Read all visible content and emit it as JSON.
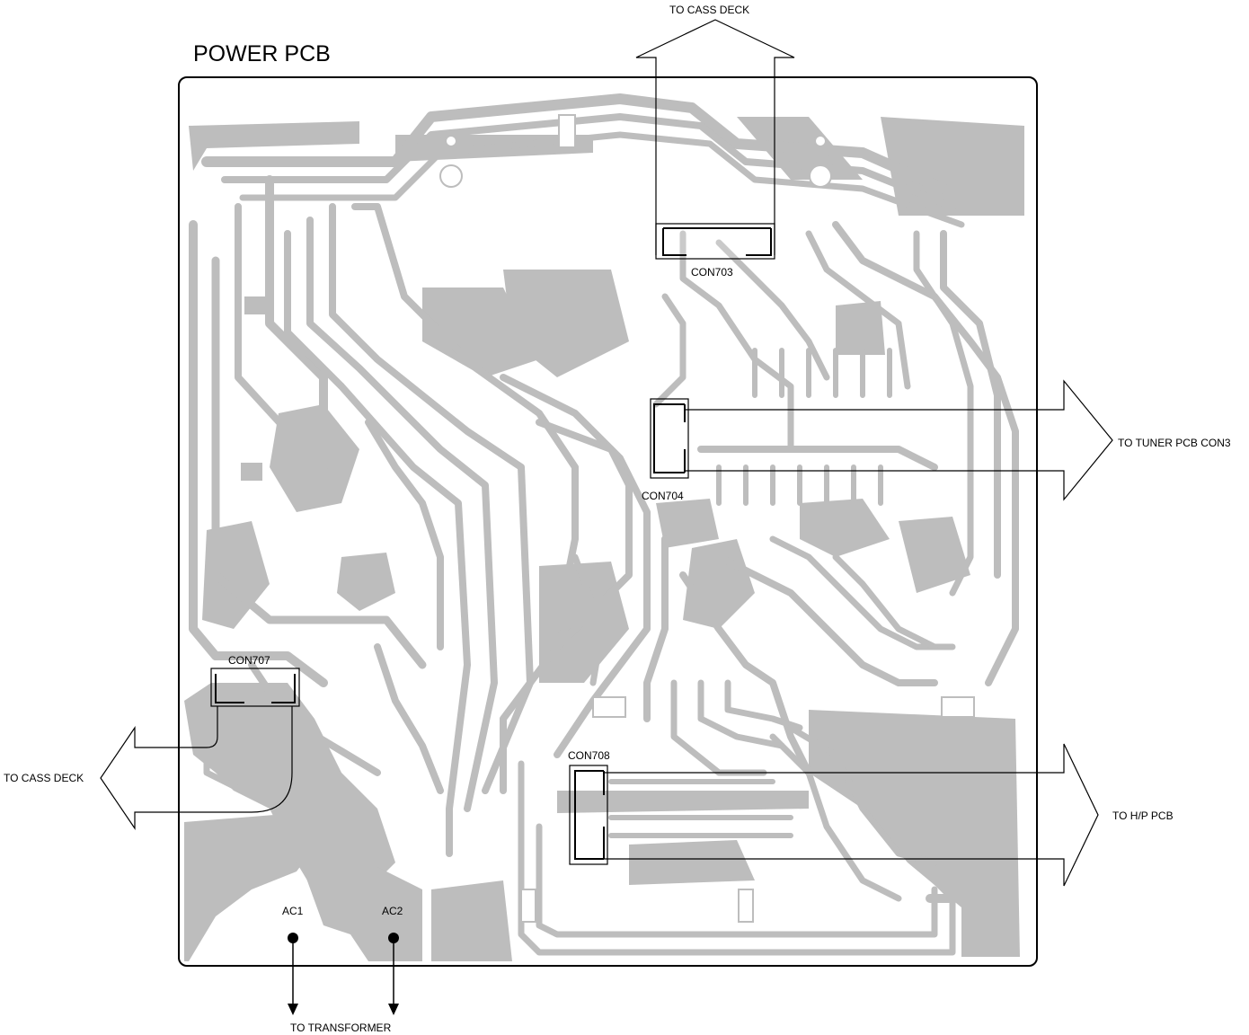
{
  "title": "POWER PCB",
  "connectors": {
    "con703": "CON703",
    "con704": "CON704",
    "con707": "CON707",
    "con708": "CON708"
  },
  "destinations": {
    "top_cass_deck": "TO CASS DECK",
    "tuner": "TO TUNER PCB CON3",
    "hp": "TO H/P PCB",
    "left_cass_deck": "TO CASS DECK",
    "transformer": "TO TRANSFORMER"
  },
  "terminals": {
    "ac1": "AC1",
    "ac2": "AC2"
  },
  "colors": {
    "copper": "#bdbdbd",
    "outline": "#000000",
    "background": "#ffffff"
  }
}
